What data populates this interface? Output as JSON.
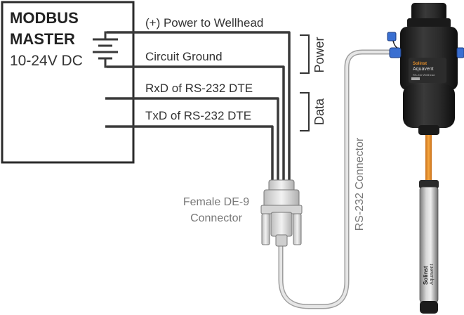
{
  "master": {
    "title_line1": "MODBUS",
    "title_line2": "MASTER",
    "voltage": "10-24V DC"
  },
  "wires": {
    "power": "(+) Power to Wellhead",
    "ground": "Circuit Ground",
    "rxd": "RxD of RS-232 DTE",
    "txd": "TxD of RS-232 DTE"
  },
  "groups": {
    "power": "Power",
    "data": "Data"
  },
  "connector": {
    "line1": "Female DE-9",
    "line2": "Connector"
  },
  "cable_label": "RS-232 Connector",
  "device": {
    "brand": "Solinst",
    "product": "Aquavent",
    "subtitle": "RS-232 Wellhead",
    "logger_brand": "Solinst",
    "logger_product": "Aquavent"
  },
  "colors": {
    "wire": "#3a3a3a",
    "box_border": "#2b2b2b",
    "cable": "#d9d9d9",
    "device_body": "#1e1e1e",
    "orange_cable": "#e8902a",
    "logger_metal": "#a9a9a9"
  }
}
